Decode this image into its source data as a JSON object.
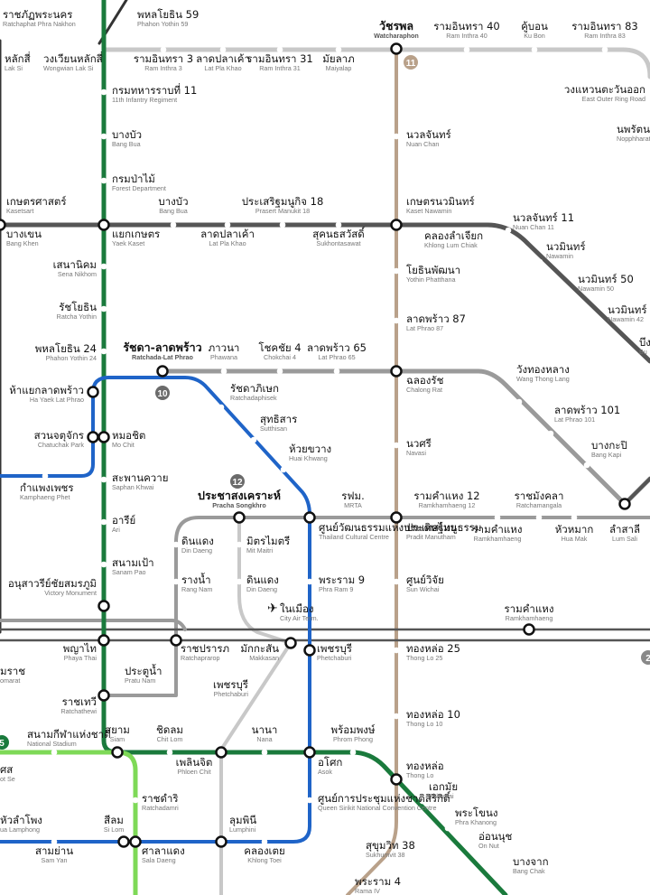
{
  "colors": {
    "dark_green": "#1a7a3c",
    "light_green": "#7ed957",
    "blue": "#1f64c8",
    "brown": "#b9a18a",
    "grey": "#9a9a9a",
    "light_grey": "#c8c8c8",
    "dark_grey": "#555555",
    "black": "#333333"
  },
  "line_badges": [
    {
      "id": "10",
      "color": "#6b6b6b"
    },
    {
      "id": "11",
      "color": "#b9a18a"
    },
    {
      "id": "12",
      "color": "#6b6b6b"
    },
    {
      "id": "5",
      "color": "#1a7a3c"
    },
    {
      "id": "2",
      "color": "#888888"
    }
  ],
  "airport_icon": "airplane-icon",
  "stations": [
    {
      "th": "ราชภัฏพระนคร",
      "en": "Ratchaphat Phra Nakhon"
    },
    {
      "th": "พหลโยธิน 59",
      "en": "Phahon Yothin 59"
    },
    {
      "th": "วัชรพล",
      "en": "Watcharaphon"
    },
    {
      "th": "รามอินทรา 40",
      "en": "Ram Inthra 40"
    },
    {
      "th": "คู้บอน",
      "en": "Ku Bon"
    },
    {
      "th": "รามอินทรา 83",
      "en": "Ram Inthra 83"
    },
    {
      "th": "หลักสี่",
      "en": "Lak Si"
    },
    {
      "th": "วงเวียนหลักสี่",
      "en": "Wongwian Lak Si"
    },
    {
      "th": "รามอินทรา 3",
      "en": "Ram Inthra 3"
    },
    {
      "th": "ลาดปลาเค้า",
      "en": "Lat Pla Khao"
    },
    {
      "th": "รามอินทรา 31",
      "en": "Ram Inthra 31"
    },
    {
      "th": "มัยลาภ",
      "en": "Maiyalap"
    },
    {
      "th": "วงแหวนตะวันออก",
      "en": "East Outer Ring Road"
    },
    {
      "th": "กรมทหารราบที่ 11",
      "en": "11th Infantry Regiment"
    },
    {
      "th": "บางบัว",
      "en": "Bang Bua"
    },
    {
      "th": "นวลจันทร์",
      "en": "Nuan Chan"
    },
    {
      "th": "นพรัตน",
      "en": "Nopphharat R"
    },
    {
      "th": "กรมป่าไม้",
      "en": "Forest Department"
    },
    {
      "th": "เกษตรศาสตร์",
      "en": "Kasetsart"
    },
    {
      "th": "บางบัว",
      "en": "Bang Bua"
    },
    {
      "th": "ประเสริฐมนูกิจ 18",
      "en": "Prasert Manukit 18"
    },
    {
      "th": "เกษตรนวมินทร์",
      "en": "Kaset Nawamin"
    },
    {
      "th": "บางเขน",
      "en": "Bang Khen"
    },
    {
      "th": "แยกเกษตร",
      "en": "Yaek Kaset"
    },
    {
      "th": "ลาดปลาเค้า",
      "en": "Lat Pla Khao"
    },
    {
      "th": "สุคนธสวัสดิ์",
      "en": "Sukhontasawat"
    },
    {
      "th": "คลองลำเจียก",
      "en": "Khlong Lum Chiak"
    },
    {
      "th": "นวลจันทร์ 11",
      "en": "Nuan Chan 11"
    },
    {
      "th": "นวมินทร์",
      "en": "Nawamin"
    },
    {
      "th": "เสนานิคม",
      "en": "Sena Nikhom"
    },
    {
      "th": "โยธินพัฒนา",
      "en": "Yothin Phatthana"
    },
    {
      "th": "นวมินทร์ 50",
      "en": "Nawamin 50"
    },
    {
      "th": "รัชโยธิน",
      "en": "Ratcha Yothin"
    },
    {
      "th": "ลาดพร้าว 87",
      "en": "Lat Phrao 87"
    },
    {
      "th": "นวมินทร์ 42",
      "en": "Nawamin 42"
    },
    {
      "th": "พหลโยธิน 24",
      "en": "Phahon Yothin 24"
    },
    {
      "th": "รัชดา-ลาดพร้าว",
      "en": "Ratchada-Lat Phrao"
    },
    {
      "th": "ภาวนา",
      "en": "Phawana"
    },
    {
      "th": "โชคชัย 4",
      "en": "Chokchai 4"
    },
    {
      "th": "ลาดพร้าว 65",
      "en": "Lat Phrao 65"
    },
    {
      "th": "บึง",
      "en": "Bu"
    },
    {
      "th": "ห้าแยกลาดพร้าว",
      "en": "Ha Yaek Lat Phrao"
    },
    {
      "th": "รัชดาภิเษก",
      "en": "Ratchadaphisek"
    },
    {
      "th": "ฉลองรัช",
      "en": "Chalong Rat"
    },
    {
      "th": "วังทองหลาง",
      "en": "Wang Thong Lang"
    },
    {
      "th": "ลาดพร้าว 101",
      "en": "Lat Phrao 101"
    },
    {
      "th": "สุทธิสาร",
      "en": "Sutthisan"
    },
    {
      "th": "สวนจตุจักร",
      "en": "Chatuchak Park"
    },
    {
      "th": "หมอชิต",
      "en": "Mo Chit"
    },
    {
      "th": "ห้วยขวาง",
      "en": "Huai Khwang"
    },
    {
      "th": "นวศรี",
      "en": "Navasi"
    },
    {
      "th": "บางกะปิ",
      "en": "Bang Kapi"
    },
    {
      "th": "สะพานควาย",
      "en": "Saphan Khwai"
    },
    {
      "th": "กำแพงเพชร",
      "en": "Kamphaeng Phet"
    },
    {
      "th": "ประชาสงเคราะห์",
      "en": "Pracha Songkhro"
    },
    {
      "th": "รฟม.",
      "en": "MRTA"
    },
    {
      "th": "รามคำแหง 12",
      "en": "Ramkhamhaeng 12"
    },
    {
      "th": "ราชมังคลา",
      "en": "Ratchamangala"
    },
    {
      "th": "อารีย์",
      "en": "Ari"
    },
    {
      "th": "ดินแดง",
      "en": "Din Daeng"
    },
    {
      "th": "มิตรไมตรี",
      "en": "Mit Maitri"
    },
    {
      "th": "ศูนย์วัฒนธรรมแห่งประเทศไทย",
      "en": "Thailand Cultural Centre"
    },
    {
      "th": "ประดิษฐ์มนูธรรม",
      "en": "Pradit Manutham"
    },
    {
      "th": "รามคำแหง",
      "en": "Ramkhamhaeng"
    },
    {
      "th": "หัวหมาก",
      "en": "Hua Mak"
    },
    {
      "th": "ลำสาลี",
      "en": "Lum Sali"
    },
    {
      "th": "สนามเป้า",
      "en": "Sanam Pao"
    },
    {
      "th": "รางน้ำ",
      "en": "Rang Nam"
    },
    {
      "th": "ดินแดง",
      "en": "Din Daeng"
    },
    {
      "th": "พระราม 9",
      "en": "Phra Ram 9"
    },
    {
      "th": "ศูนย์วิจัย",
      "en": "Sun Wichai"
    },
    {
      "th": "อนุสาวรีย์ชัยสมรภูมิ",
      "en": "Victory Monument"
    },
    {
      "th": "ในเมือง",
      "en": "City Air Term."
    },
    {
      "th": "รามคำแหง",
      "en": "Ramkhamhaeng"
    },
    {
      "th": "พญาไท",
      "en": "Phaya Thai"
    },
    {
      "th": "ราชปรารภ",
      "en": "Ratchaprarop"
    },
    {
      "th": "มักกะสัน",
      "en": "Makkasan"
    },
    {
      "th": "เพชรบุรี",
      "en": "Phetchaburi"
    },
    {
      "th": "ทองหล่อ 25",
      "en": "Thong Lo 25"
    },
    {
      "th": "มราช",
      "en": "omarat"
    },
    {
      "th": "ประตูน้ำ",
      "en": "Pratu Nam"
    },
    {
      "th": "เพชรบุรี",
      "en": "Phetchaburi"
    },
    {
      "th": "ราชเทวี",
      "en": "Ratchathewi"
    },
    {
      "th": "ทองหล่อ 10",
      "en": "Thong Lo 10"
    },
    {
      "th": "สนามกีฬาแห่งชาติ",
      "en": "National Stadium"
    },
    {
      "th": "สยาม",
      "en": "Siam"
    },
    {
      "th": "ชิดลม",
      "en": "Chit Lom"
    },
    {
      "th": "นานา",
      "en": "Nana"
    },
    {
      "th": "พร้อมพงษ์",
      "en": "Phrom Phong"
    },
    {
      "th": "ศส",
      "en": "ot Se"
    },
    {
      "th": "เพลินจิต",
      "en": "Phloen Chit"
    },
    {
      "th": "อโศก",
      "en": "Asok"
    },
    {
      "th": "ทองหล่อ",
      "en": "Thong Lo"
    },
    {
      "th": "เอกมัย",
      "en": "Ekkamai"
    },
    {
      "th": "ราชดำริ",
      "en": "Ratchadamri"
    },
    {
      "th": "ศูนย์การประชุมแห่งชาติสิริกิติ์",
      "en": "Queen Sirikit National Convention Centre"
    },
    {
      "th": "พระโขนง",
      "en": "Phra Khanong"
    },
    {
      "th": "อ่อนนุช",
      "en": "On Nut"
    },
    {
      "th": "หัวลำโพง",
      "en": "ua Lamphong"
    },
    {
      "th": "สีลม",
      "en": "Si Lom"
    },
    {
      "th": "ลุมพินี",
      "en": "Lumphini"
    },
    {
      "th": "สามย่าน",
      "en": "Sam Yan"
    },
    {
      "th": "ศาลาแดง",
      "en": "Sala Daeng"
    },
    {
      "th": "คลองเตย",
      "en": "Khlong Toei"
    },
    {
      "th": "สุขุมวิท 38",
      "en": "Sukhumvit 38"
    },
    {
      "th": "บางจาก",
      "en": "Bang Chak"
    },
    {
      "th": "พระราม 4",
      "en": "Rama IV"
    }
  ]
}
